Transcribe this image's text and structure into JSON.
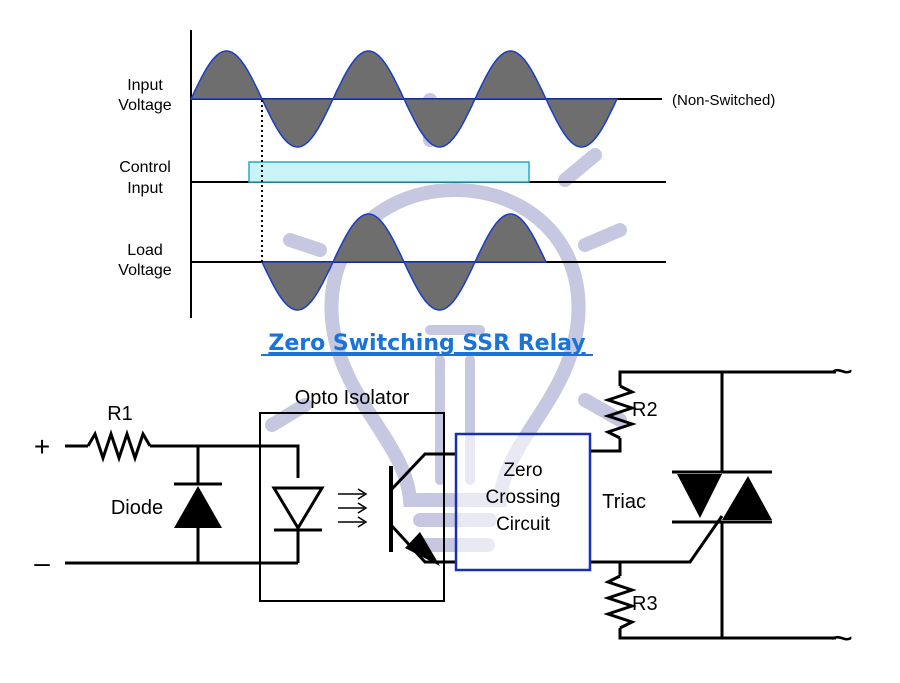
{
  "waveforms": {
    "input_label_1": "Input",
    "input_label_2": "Voltage",
    "non_switched": "(Non-Switched)",
    "control_label_1": "Control",
    "control_label_2": "Input",
    "load_label_1": "Load",
    "load_label_2": "Voltage"
  },
  "title": "Zero Switching SSR Relay",
  "circuit": {
    "plus": "+",
    "minus": "–",
    "r1": "R1",
    "diode": "Diode",
    "opto": "Opto Isolator",
    "zc_1": "Zero",
    "zc_2": "Crossing",
    "zc_3": "Circuit",
    "r2": "R2",
    "r3": "R3",
    "triac": "Triac",
    "ac_top": "~",
    "ac_bottom": "~"
  },
  "colors": {
    "waveform_fill": "#6e6e6e",
    "waveform_stroke": "#1a3cc8",
    "control_pulse": "#c8f4f8",
    "title": "#1a73d8",
    "zc_box": "#1a2fb8",
    "watermark": "#c5c8e0"
  }
}
